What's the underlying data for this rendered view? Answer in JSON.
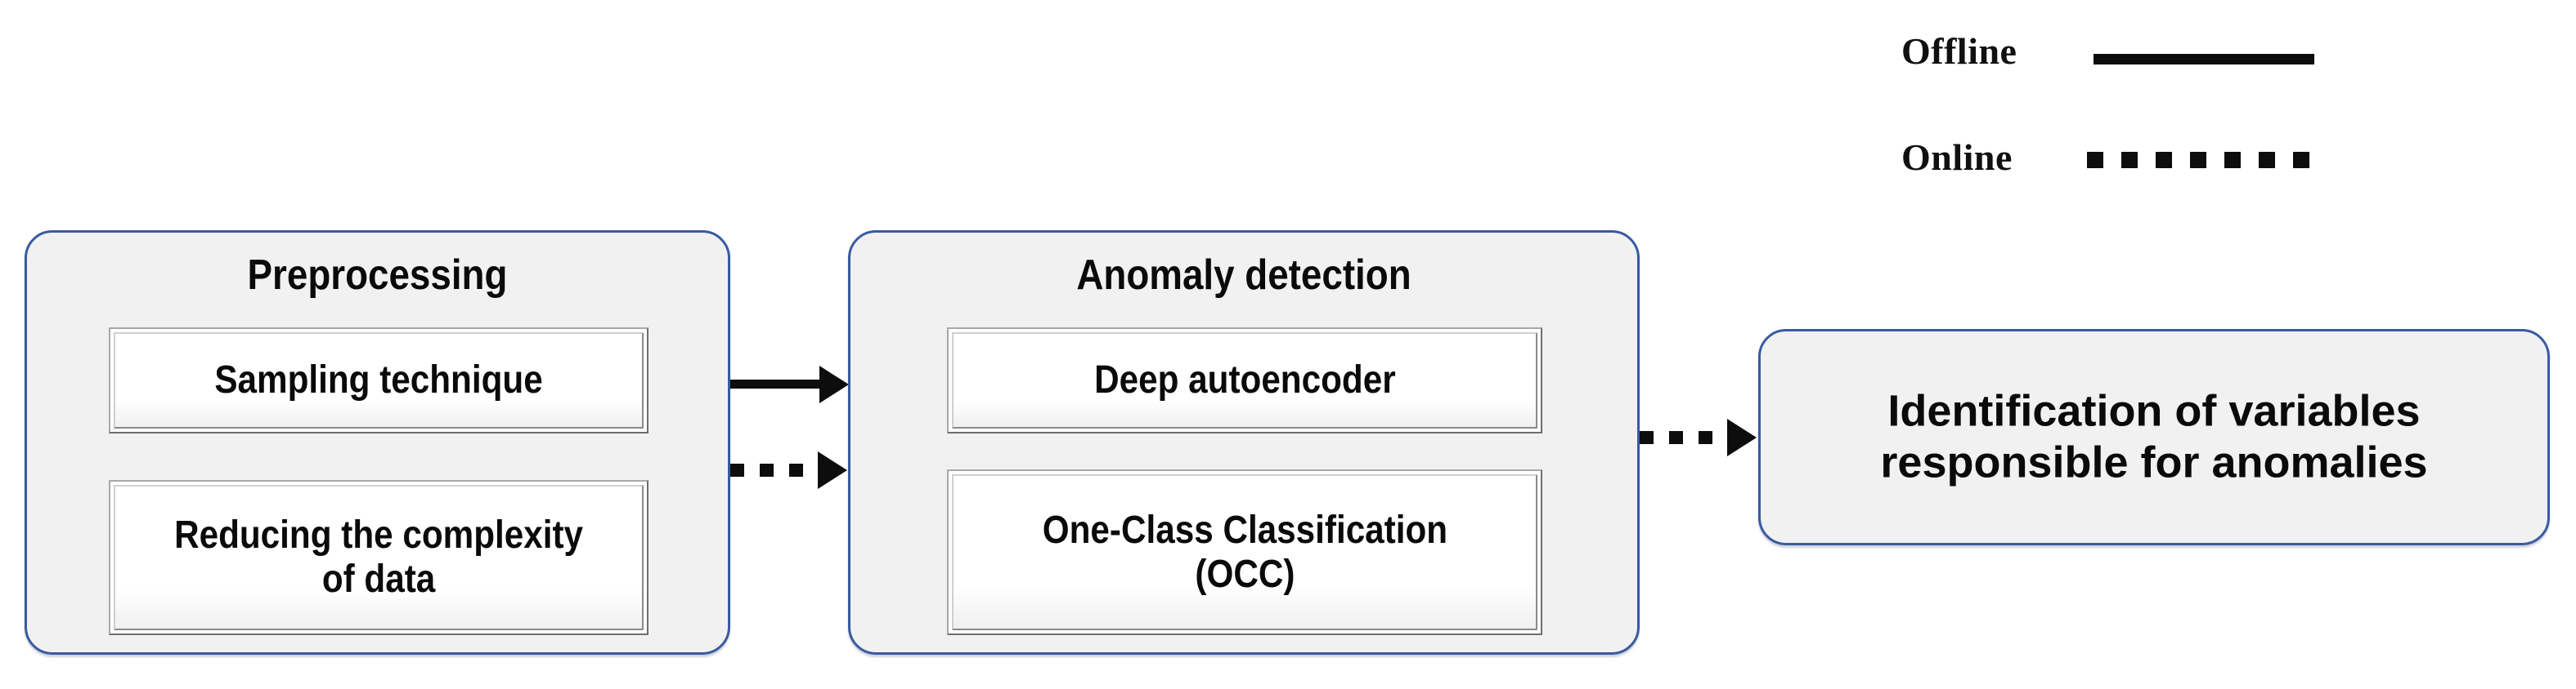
{
  "legend": {
    "items": [
      {
        "label": "Offline",
        "style": "solid-line"
      },
      {
        "label": "Online",
        "style": "dotted-line"
      }
    ]
  },
  "diagram": {
    "type": "flowchart",
    "accent_color": "#395ba0",
    "box_fill": "#f1f1f1",
    "line_color": "#0d0d0d",
    "stages": [
      {
        "id": "preprocessing",
        "title": "Preprocessing",
        "items": [
          {
            "id": "sampling-technique",
            "label": "Sampling technique"
          },
          {
            "id": "reducing-complexity",
            "label": "Reducing the complexity\nof data"
          }
        ]
      },
      {
        "id": "anomaly-detection",
        "title": "Anomaly detection",
        "items": [
          {
            "id": "deep-autoencoder",
            "label": "Deep autoencoder"
          },
          {
            "id": "one-class-classification",
            "label": "One-Class Classification\n(OCC)"
          }
        ]
      }
    ],
    "result": {
      "id": "identification-of-variables",
      "label": "Identification of variables\nresponsible for anomalies"
    },
    "connectors": [
      {
        "id": "preprocessing-to-anomaly-offline",
        "style": "solid",
        "from": "preprocessing",
        "to": "anomaly-detection"
      },
      {
        "id": "preprocessing-to-anomaly-online",
        "style": "dotted",
        "from": "preprocessing",
        "to": "anomaly-detection"
      },
      {
        "id": "anomaly-to-identification-online",
        "style": "dotted",
        "from": "anomaly-detection",
        "to": "identification-of-variables"
      }
    ]
  }
}
